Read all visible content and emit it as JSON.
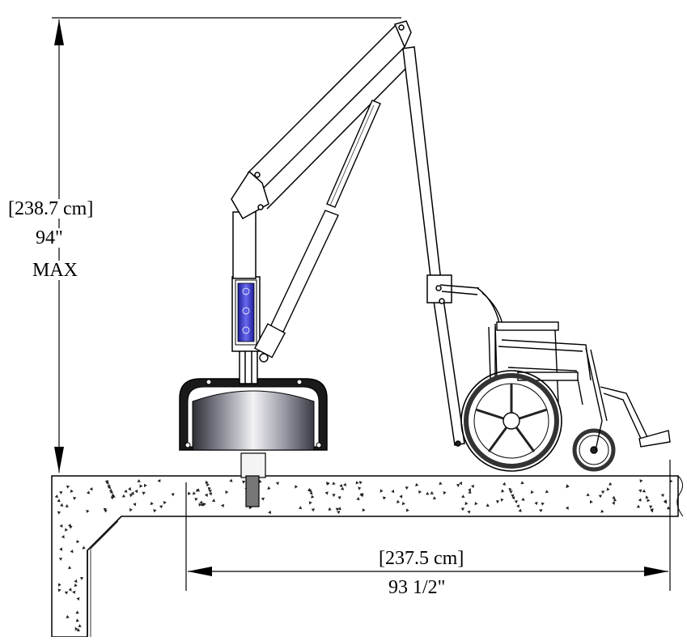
{
  "dimensions": {
    "height_metric": "[238.7 cm]",
    "height_imperial": "94\"",
    "height_note": "MAX",
    "width_metric": "[237.5 cm]",
    "width_imperial": "93 1/2\""
  },
  "colors": {
    "line": "#000000",
    "display_panel": "#3a3ad8",
    "base_housing": "#8a8f9a",
    "concrete_dot": "#222222"
  }
}
